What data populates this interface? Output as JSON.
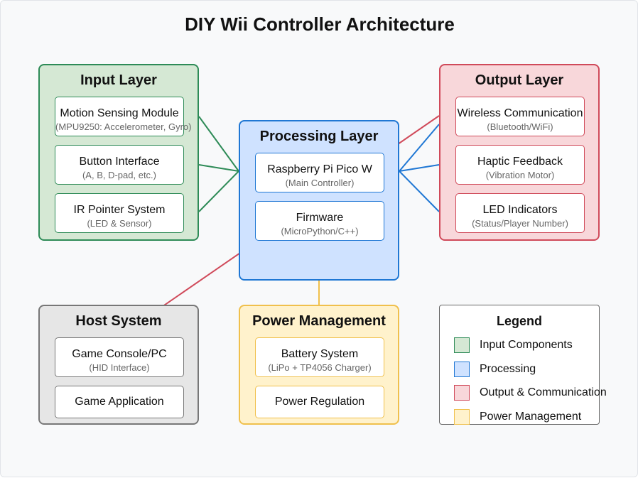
{
  "title": "DIY Wii Controller Architecture",
  "colors": {
    "input": {
      "fill": "#d5e8d4",
      "stroke": "#2e8b57"
    },
    "processing": {
      "fill": "#cfe2ff",
      "stroke": "#1f77d4"
    },
    "output": {
      "fill": "#f8d7da",
      "stroke": "#d04a5a"
    },
    "power": {
      "fill": "#fff2cc",
      "stroke": "#f0c04c"
    },
    "host": {
      "fill": "#e6e6e6",
      "stroke": "#777777"
    }
  },
  "input_layer": {
    "title": "Input Layer",
    "items": [
      {
        "main": "Motion Sensing Module",
        "sub": "(MPU9250: Accelerometer, Gyro)"
      },
      {
        "main": "Button Interface",
        "sub": "(A, B, D-pad, etc.)"
      },
      {
        "main": "IR Pointer System",
        "sub": "(LED & Sensor)"
      }
    ]
  },
  "processing_layer": {
    "title": "Processing Layer",
    "items": [
      {
        "main": "Raspberry Pi Pico W",
        "sub": "(Main Controller)"
      },
      {
        "main": "Firmware",
        "sub": "(MicroPython/C++)"
      }
    ]
  },
  "output_layer": {
    "title": "Output Layer",
    "items": [
      {
        "main": "Wireless Communication",
        "sub": "(Bluetooth/WiFi)"
      },
      {
        "main": "Haptic Feedback",
        "sub": "(Vibration Motor)"
      },
      {
        "main": "LED Indicators",
        "sub": "(Status/Player Number)"
      }
    ]
  },
  "host_system": {
    "title": "Host System",
    "items": [
      {
        "main": "Game Console/PC",
        "sub": "(HID Interface)"
      },
      {
        "main": "Game Application",
        "sub": ""
      }
    ]
  },
  "power_management": {
    "title": "Power Management",
    "items": [
      {
        "main": "Battery System",
        "sub": "(LiPo + TP4056 Charger)"
      },
      {
        "main": "Power Regulation",
        "sub": ""
      }
    ]
  },
  "legend": {
    "title": "Legend",
    "items": [
      {
        "label": "Input Components",
        "key": "input"
      },
      {
        "label": "Processing",
        "key": "processing"
      },
      {
        "label": "Output & Communication",
        "key": "output"
      },
      {
        "label": "Power Management",
        "key": "power"
      }
    ]
  }
}
